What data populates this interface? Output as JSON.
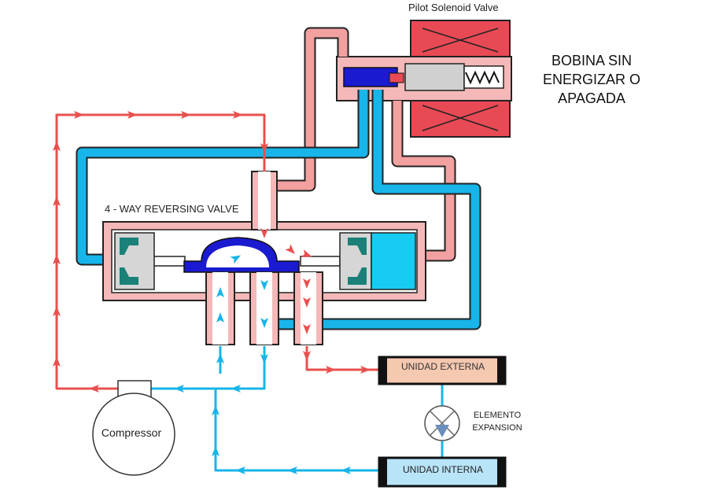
{
  "title": "Pilot Solenoid Valve",
  "status": {
    "line1": "BOBINA SIN",
    "line2": "ENERGIZAR O",
    "line3": "APAGADA"
  },
  "valve_label": "4 - WAY REVERSING VALVE",
  "compressor_label": "Compressor",
  "unidad_externa": "UNIDAD EXTERNA",
  "unidad_interna": "UNIDAD INTERNA",
  "expansion": {
    "line1": "ELEMENTO",
    "line2": "EXPANSION"
  },
  "colors": {
    "hot_line": "#e8504f",
    "hot_pipe": "#f2a0a0",
    "cold_line": "#17b5ea",
    "body": "#f5b8b8",
    "piston_blue": "#1a1ad0",
    "coil": "#e84a55",
    "seal_green": "#1a8078",
    "ext_fill": "#f5c8b0",
    "int_fill": "#b8e4f8"
  }
}
